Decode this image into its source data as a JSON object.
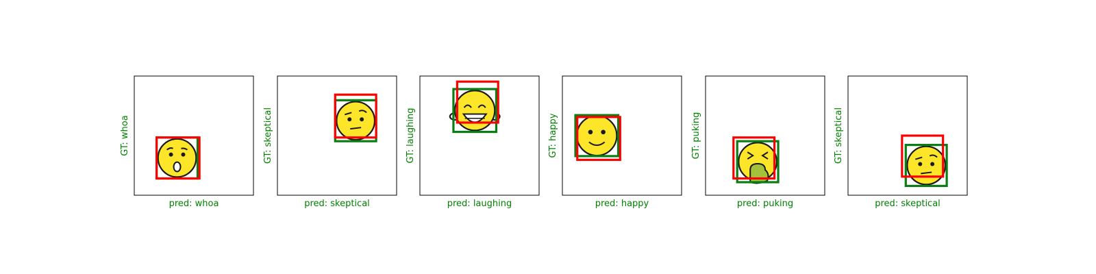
{
  "colors": {
    "label": "#008000",
    "gt_box": "#0a7d14",
    "pred_box": "#ff0000",
    "axes": "#000000",
    "emoji_face": "#fde52a",
    "emoji_outline": "#1a1a1a",
    "puke": "#a3c13a"
  },
  "chart_data": {
    "type": "image-grid",
    "image_size": [
      64,
      64
    ],
    "panels": [
      {
        "gt_label": "GT: whoa",
        "pred_label": "pred: whoa",
        "emoji": "whoa",
        "gt_box": [
          12,
          33,
          34,
          55
        ],
        "pred_box": [
          12,
          33,
          35,
          55
        ]
      },
      {
        "gt_label": "GT: skeptical",
        "pred_label": "pred: skeptical",
        "emoji": "skeptical",
        "gt_box": [
          31,
          13,
          53,
          35
        ],
        "pred_box": [
          31,
          10,
          53,
          33
        ]
      },
      {
        "gt_label": "GT: laughing",
        "pred_label": "pred: laughing",
        "emoji": "laughing",
        "gt_box": [
          18,
          7,
          41,
          30
        ],
        "pred_box": [
          20,
          3,
          42,
          25
        ]
      },
      {
        "gt_label": "GT: happy",
        "pred_label": "pred: happy",
        "emoji": "happy",
        "gt_box": [
          7,
          21,
          30,
          43
        ],
        "pred_box": [
          8,
          22,
          31,
          45
        ]
      },
      {
        "gt_label": "GT: puking",
        "pred_label": "pred: puking",
        "emoji": "puking",
        "gt_box": [
          17,
          35,
          39,
          57
        ],
        "pred_box": [
          15,
          33,
          37,
          55
        ]
      },
      {
        "gt_label": "GT: skeptical",
        "pred_label": "pred: skeptical",
        "emoji": "skeptical",
        "gt_box": [
          31,
          37,
          53,
          59
        ],
        "pred_box": [
          29,
          32,
          51,
          54
        ]
      }
    ]
  }
}
